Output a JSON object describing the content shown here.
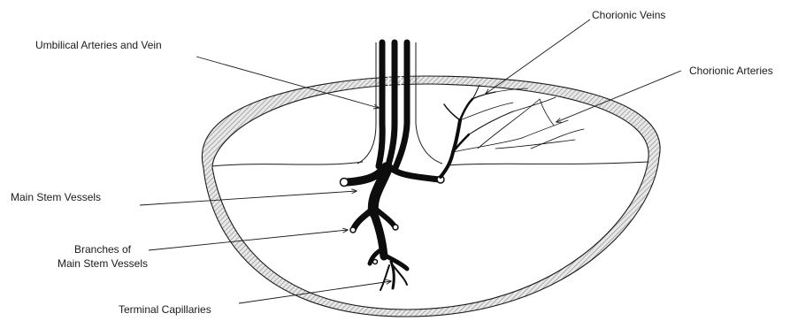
{
  "labels": {
    "umbilical": "Umbilical Arteries and Vein",
    "chorionic_veins": "Chorionic Veins",
    "chorionic_arteries": "Chorionic Arteries",
    "main_stem": "Main Stem Vessels",
    "branches_line1": "Branches of",
    "branches_line2": "Main Stem Vessels",
    "terminal": "Terminal Capillaries"
  }
}
